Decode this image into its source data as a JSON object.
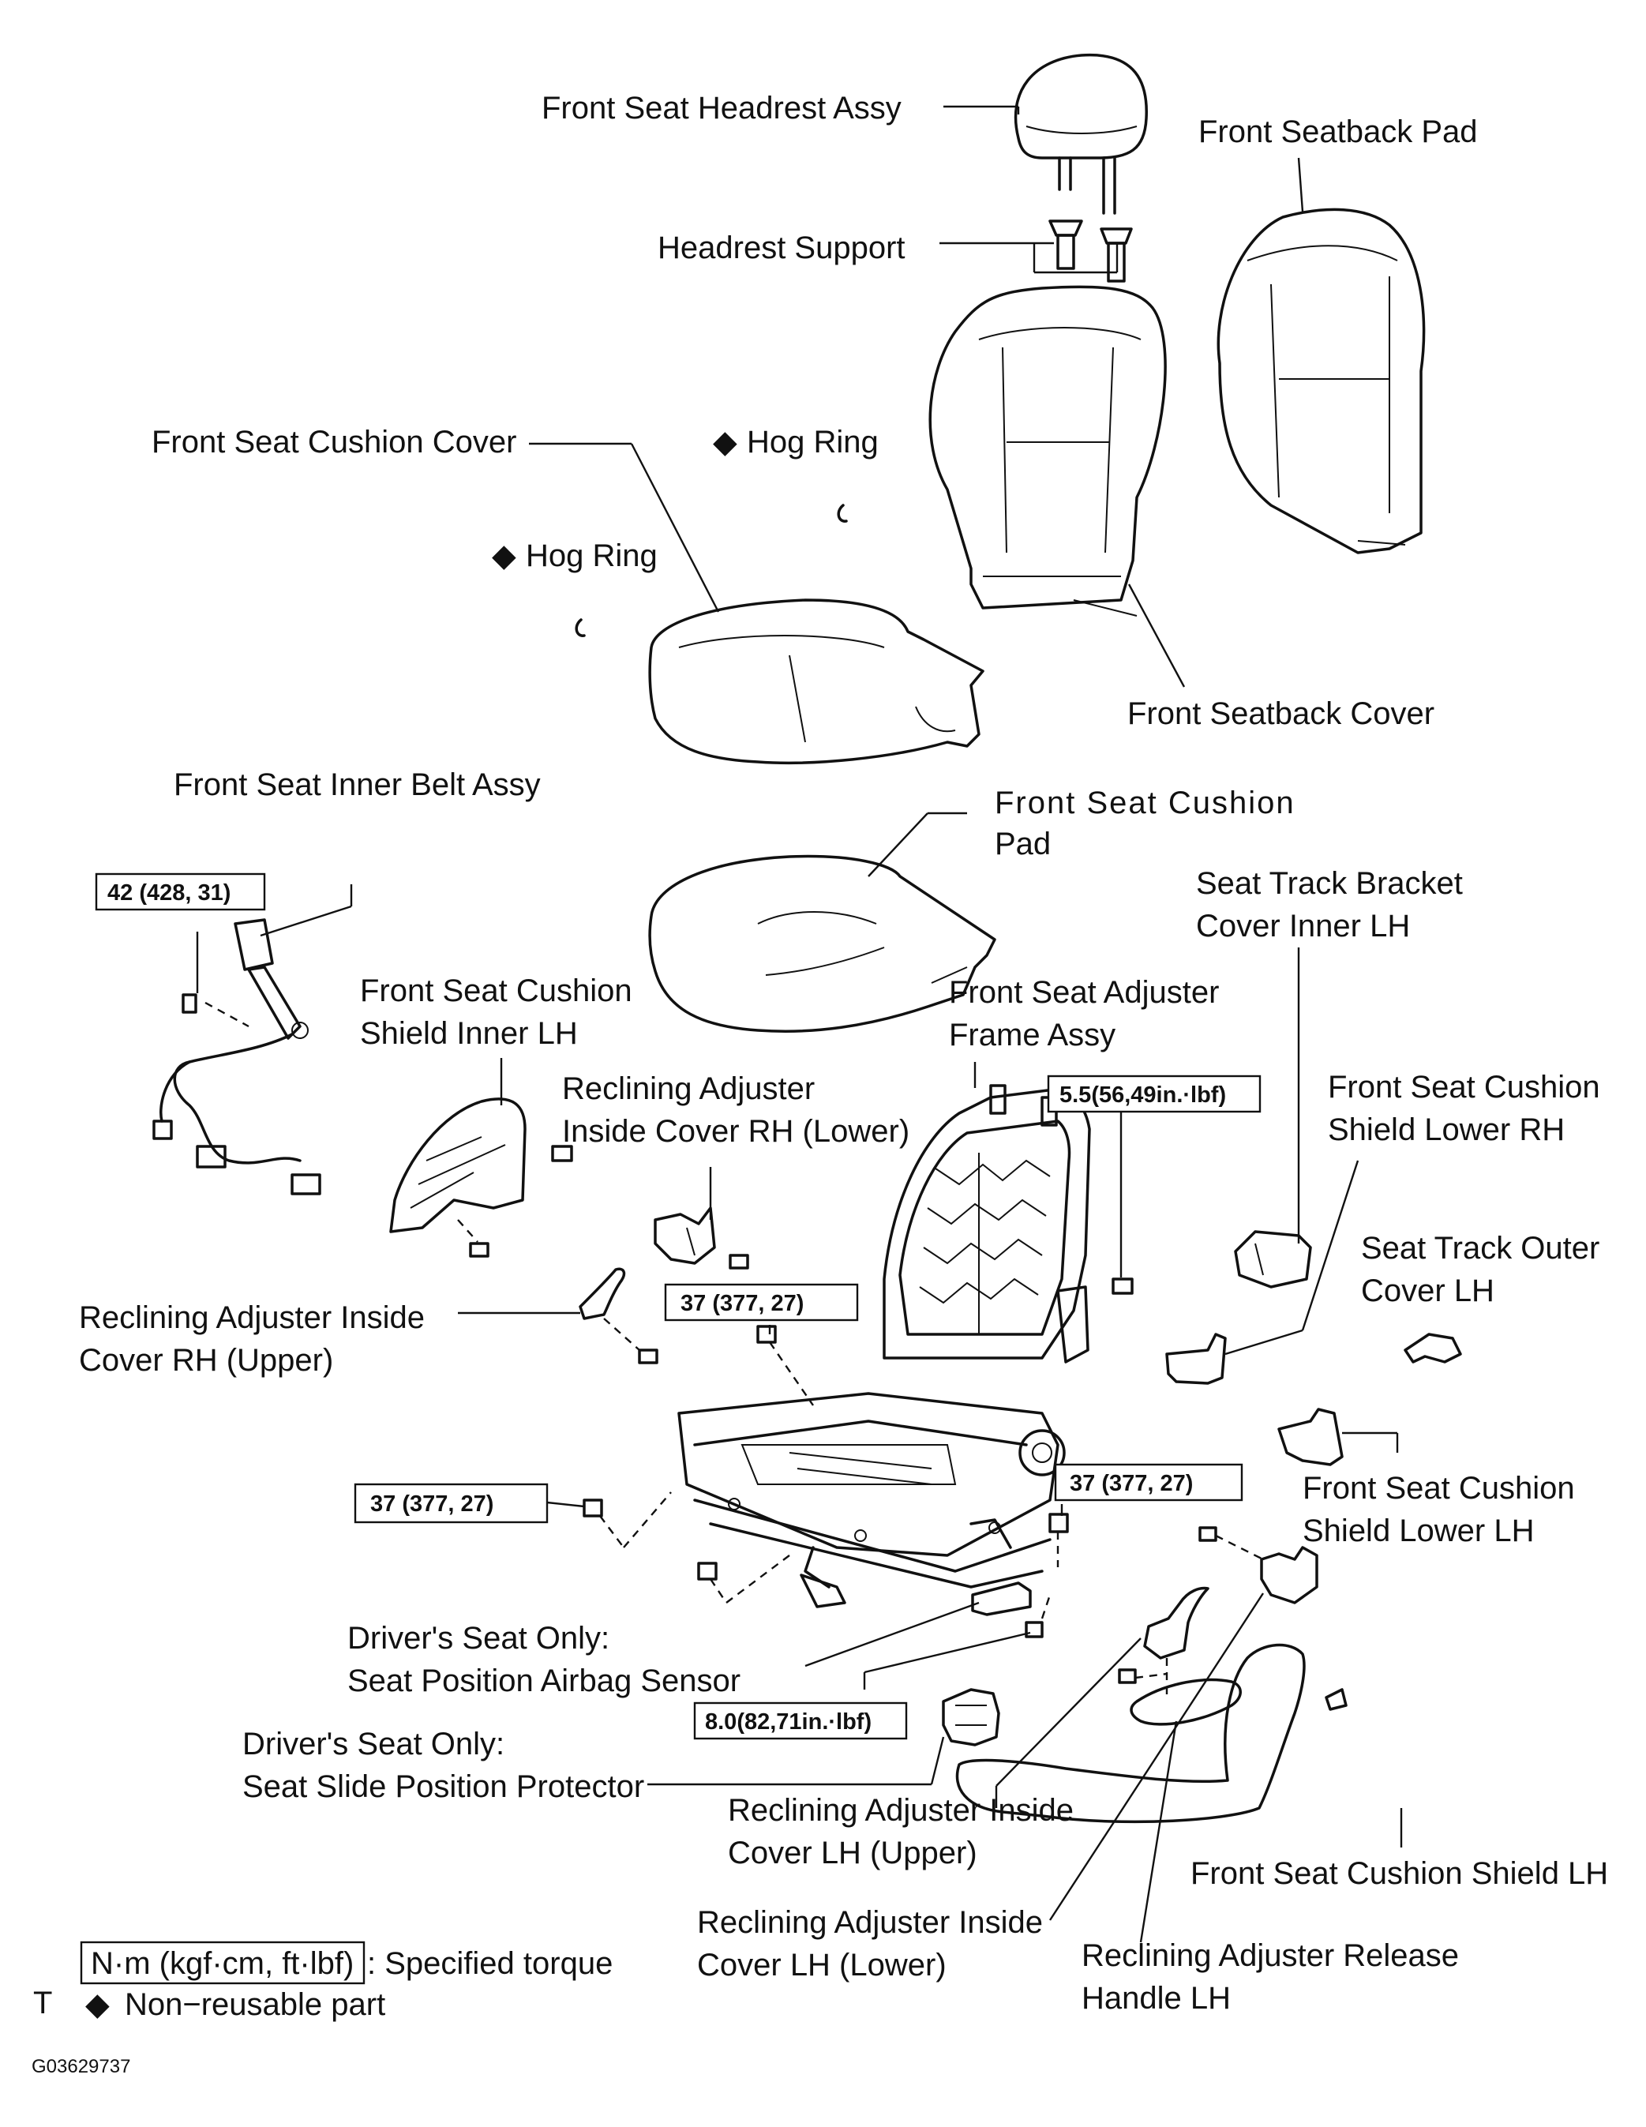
{
  "diagram_id": "G03629737",
  "corner_mark": "T",
  "labels": {
    "headrest_assy": "Front Seat Headrest Assy",
    "seatback_pad": "Front Seatback Pad",
    "headrest_support": "Headrest Support",
    "cushion_cover": "Front Seat Cushion Cover",
    "hog_ring_1": "Hog Ring",
    "hog_ring_2": "Hog Ring",
    "seatback_cover": "Front Seatback Cover",
    "inner_belt_assy": "Front Seat Inner Belt Assy",
    "cushion_pad_line1": "Front  Seat  Cushion",
    "cushion_pad_line2": "Pad",
    "track_bracket_inner_line1": "Seat Track Bracket",
    "track_bracket_inner_line2": "Cover Inner LH",
    "shield_inner_line1": "Front Seat Cushion",
    "shield_inner_line2": "Shield Inner LH",
    "adjuster_frame_line1": "Front Seat Adjuster",
    "adjuster_frame_line2": "Frame Assy",
    "recl_rh_lower_line1": "Reclining Adjuster",
    "recl_rh_lower_line2": "Inside Cover RH (Lower)",
    "shield_lower_rh_line1": "Front Seat Cushion",
    "shield_lower_rh_line2": "Shield Lower RH",
    "track_outer_line1": "Seat Track Outer",
    "track_outer_line2": "Cover LH",
    "recl_rh_upper_line1": "Reclining Adjuster Inside",
    "recl_rh_upper_line2": "Cover RH (Upper)",
    "shield_lower_lh_line1": "Front Seat Cushion",
    "shield_lower_lh_line2": "Shield Lower LH",
    "airbag_sensor_line1": "Driver's Seat Only:",
    "airbag_sensor_line2": "Seat Position Airbag Sensor",
    "slide_protector_line1": "Driver's Seat Only:",
    "slide_protector_line2": "Seat Slide Position Protector",
    "recl_lh_upper_line1": "Reclining Adjuster Inside",
    "recl_lh_upper_line2": "Cover LH (Upper)",
    "shield_lh": "Front Seat Cushion Shield LH",
    "recl_lh_lower_line1": "Reclining Adjuster Inside",
    "recl_lh_lower_line2": "Cover LH (Lower)",
    "release_handle_line1": "Reclining Adjuster Release",
    "release_handle_line2": "Handle LH"
  },
  "torques": {
    "belt": "42 (428, 31)",
    "frame_nut": "5.5(56,49in.·lbf)",
    "frame_bolt_upper": "37 (377, 27)",
    "frame_bolt_right": "37 (377, 27)",
    "frame_bolt_left": "37 (377, 27)",
    "sensor": "8.0(82,71in.·lbf)"
  },
  "legend": {
    "torque_box": "N·m (kgf·cm, ft·lbf)",
    "torque_desc": ": Specified torque",
    "nonreusable": "Non−reusable part",
    "diamond": "◆"
  }
}
